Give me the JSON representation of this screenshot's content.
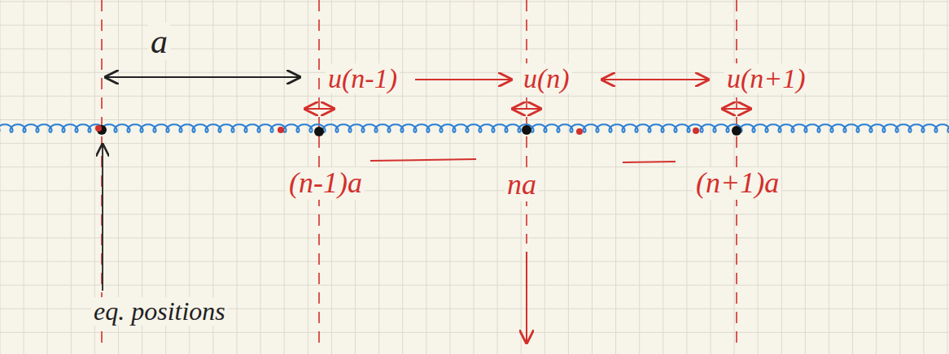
{
  "diagram": {
    "labels": [
      "a",
      "u(n-1)",
      "u(n)",
      "u(n+1)",
      "(n-1)a",
      "na",
      "(n+1)a",
      "eq. positions"
    ]
  }
}
